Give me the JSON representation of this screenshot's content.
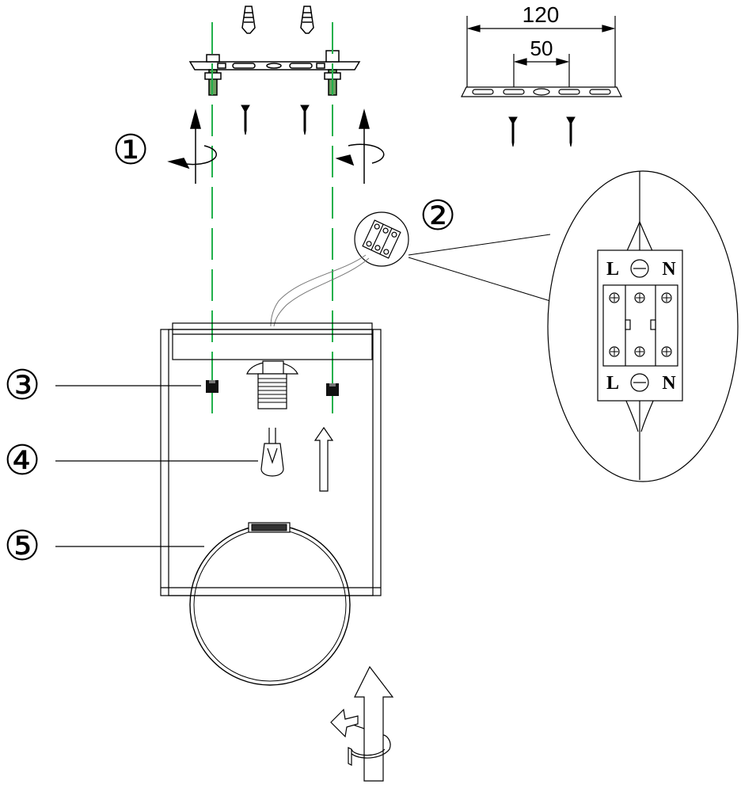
{
  "steps": {
    "s1": "①",
    "s2": "②",
    "s3": "③",
    "s4": "④",
    "s5": "⑤"
  },
  "dimensions": {
    "outer": "120",
    "inner": "50"
  },
  "terminal": {
    "top_left": "L",
    "top_right": "N",
    "bottom_left": "L",
    "bottom_right": "N"
  },
  "colors": {
    "line": "#000000",
    "guide": "#22b14c",
    "paper": "#ffffff"
  },
  "icons": [
    "wall-plug-icon",
    "screw-icon",
    "mounting-bracket-icon",
    "rotate-arrow-icon",
    "terminal-block-icon",
    "bulb-icon",
    "up-arrow-icon",
    "ring-clamp-icon"
  ]
}
